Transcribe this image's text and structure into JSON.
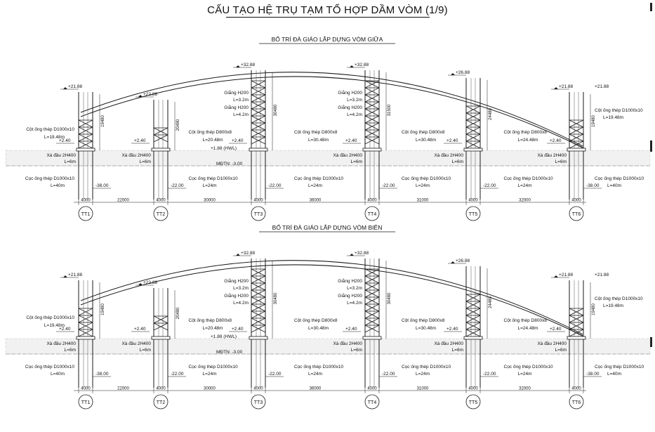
{
  "title": "CẤU TẠO HỆ TRỤ TẠM TỔ HỢP DẦM VÒM (1/9)",
  "panels": [
    {
      "heading": "BỐ TRÍ ĐÀ GIÁO LẮP DỰNG VÒM GIỮA",
      "towers": [
        {
          "id": "TT1",
          "top_level": "+21.88",
          "height": "19480",
          "left_note": [
            "Cột ống thép D1000x10",
            "L=19.48m"
          ],
          "xa": [
            "Xà đầu 2H400",
            "L=6m"
          ],
          "coc": [
            "Cọc ống thép D1000x10",
            "L=40m"
          ],
          "coc_level": "-38.00",
          "right_level": ""
        },
        {
          "id": "TT2",
          "top_level": "+22.88",
          "height": "20480",
          "left_note": [],
          "xa": [
            "Xà đầu 2H400",
            "L=6m"
          ],
          "coc": [],
          "coc_level": "-22.00",
          "right_level": ""
        },
        {
          "id": "TT3",
          "top_level": "+32.88",
          "height": "30480",
          "left_note": [
            "Giằng H200",
            "L=3.2m",
            "Giằng H200",
            "L=4.2m"
          ],
          "xa": [],
          "coc": [],
          "coc_level": "-22.00",
          "right_level": ""
        },
        {
          "id": "TT4",
          "top_level": "+32.88",
          "height": "31500",
          "left_note": [
            "Giằng H200",
            "L=3.2m",
            "Giằng H200",
            "L=4.2m"
          ],
          "xa": [
            "Xà đầu 2H400",
            "L=6m"
          ],
          "coc": [],
          "coc_level": "-22.00",
          "right_level": ""
        },
        {
          "id": "TT5",
          "top_level": "+26.88",
          "height": "24480",
          "left_note": [],
          "xa": [
            "Xà đầu 2H400",
            "L=6m"
          ],
          "coc": [],
          "coc_level": "-22.00",
          "right_level": ""
        },
        {
          "id": "TT6",
          "top_level": "+21.88",
          "height": "19480",
          "left_note": [],
          "xa": [
            "Xà đầu 2H400",
            "L=6m"
          ],
          "coc": [],
          "coc_level": "-38.00",
          "right_level": "+21.88",
          "right_notes": [
            "Cột ống thép D1000x10",
            "L=19.48m"
          ],
          "right_coc": [
            "Cọc ống thép D1000x10",
            "L=40m"
          ]
        }
      ],
      "spans": [
        {
          "label": "Cột ống thép D800x8",
          "length": "L=20.48m"
        },
        {
          "label": "Cột ống thép D800x8",
          "length": "L=30.48m"
        },
        {
          "label": "Cột ống thép D800x8",
          "length": "L=30.48m"
        },
        {
          "label": "Cột ống thép D800x8",
          "length": "L=24.48m"
        }
      ],
      "pile_notes": [
        {
          "label": "Cọc ống thép D1000x10",
          "length": "L=24m"
        },
        {
          "label": "Cọc ống thép D1000x10",
          "length": "L=24m"
        },
        {
          "label": "Cọc ống thép D1000x10",
          "length": "L=24m"
        },
        {
          "label": "Cọc ống thép D1000x10",
          "length": "L=24m"
        }
      ],
      "hwl": "+1.88 (HWL)",
      "mdtn": "MĐTN: -3.00",
      "cap_level": "+2.40",
      "dims": [
        "4000",
        "22000",
        "4000",
        "30000",
        "4000",
        "36000",
        "4000",
        "31000",
        "4000",
        "32000",
        "4000"
      ]
    },
    {
      "heading": "BỐ TRÍ ĐÀ GIÁO LẮP DỰNG VÒM BIÊN",
      "towers": [
        {
          "id": "TT1",
          "top_level": "+21.88",
          "height": "19480",
          "left_note": [
            "Cột ống thép D1000x10",
            "L=19.48m"
          ],
          "xa": [
            "Xà đầu 2H400",
            "L=6m"
          ],
          "coc": [
            "Cọc ống thép D1000x10",
            "L=40m"
          ],
          "coc_level": "-38.00",
          "right_level": ""
        },
        {
          "id": "TT2",
          "top_level": "+22.88",
          "height": "20480",
          "left_note": [],
          "xa": [
            "Xà đầu 2H400",
            "L=6m"
          ],
          "coc": [],
          "coc_level": "-22.00",
          "right_level": ""
        },
        {
          "id": "TT3",
          "top_level": "+32.88",
          "height": "30480",
          "left_note": [
            "Giằng H200",
            "L=3.2m",
            "Giằng H200",
            "L=4.2m"
          ],
          "xa": [],
          "coc": [],
          "coc_level": "-22.00",
          "right_level": ""
        },
        {
          "id": "TT4",
          "top_level": "+32.88",
          "height": "30480",
          "left_note": [
            "Giằng H200",
            "L=3.2m",
            "Giằng H200",
            "L=4.2m"
          ],
          "xa": [
            "Xà đầu 2H400",
            "L=6m"
          ],
          "coc": [],
          "coc_level": "-22.00",
          "right_level": ""
        },
        {
          "id": "TT5",
          "top_level": "+26.88",
          "height": "24480",
          "left_note": [],
          "xa": [
            "Xà đầu 2H400",
            "L=6m"
          ],
          "coc": [],
          "coc_level": "-22.00",
          "right_level": ""
        },
        {
          "id": "TT6",
          "top_level": "+21.88",
          "height": "19480",
          "left_note": [],
          "xa": [
            "Xà đầu 2H400",
            "L=6m"
          ],
          "coc": [],
          "coc_level": "-38.00",
          "right_level": "+21.88",
          "right_notes": [
            "Cột ống thép D1000x10",
            "L=19.48m"
          ],
          "right_coc": [
            "Cọc ống thép D1000x10",
            "L=40m"
          ]
        }
      ],
      "spans": [
        {
          "label": "Cột ống thép D800x8",
          "length": "L=20.48m"
        },
        {
          "label": "Cột ống thép D800x8",
          "length": "L=30.48m"
        },
        {
          "label": "Cột ống thép D800x8",
          "length": "L=30.48m"
        },
        {
          "label": "Cột ống thép D800x8",
          "length": "L=24.48m"
        }
      ],
      "pile_notes": [
        {
          "label": "Cọc ống thép D1000x10",
          "length": "L=24m"
        },
        {
          "label": "Cọc ống thép D1000x10",
          "length": "L=24m"
        },
        {
          "label": "Cọc ống thép D1000x10",
          "length": "L=24m"
        },
        {
          "label": "Cọc ống thép D1000x10",
          "length": "L=24m"
        }
      ],
      "hwl": "+1.88 (HWL)",
      "mdtn": "MĐTN: -3.00",
      "cap_level": "+2.40",
      "dims": [
        "4000",
        "22000",
        "4000",
        "30000",
        "4000",
        "36000",
        "4000",
        "31000",
        "4000",
        "32000",
        "4000"
      ]
    }
  ],
  "colors": {
    "line": "#1a1a1a",
    "water": "#f1f1f1",
    "paper": "#ffffff"
  }
}
